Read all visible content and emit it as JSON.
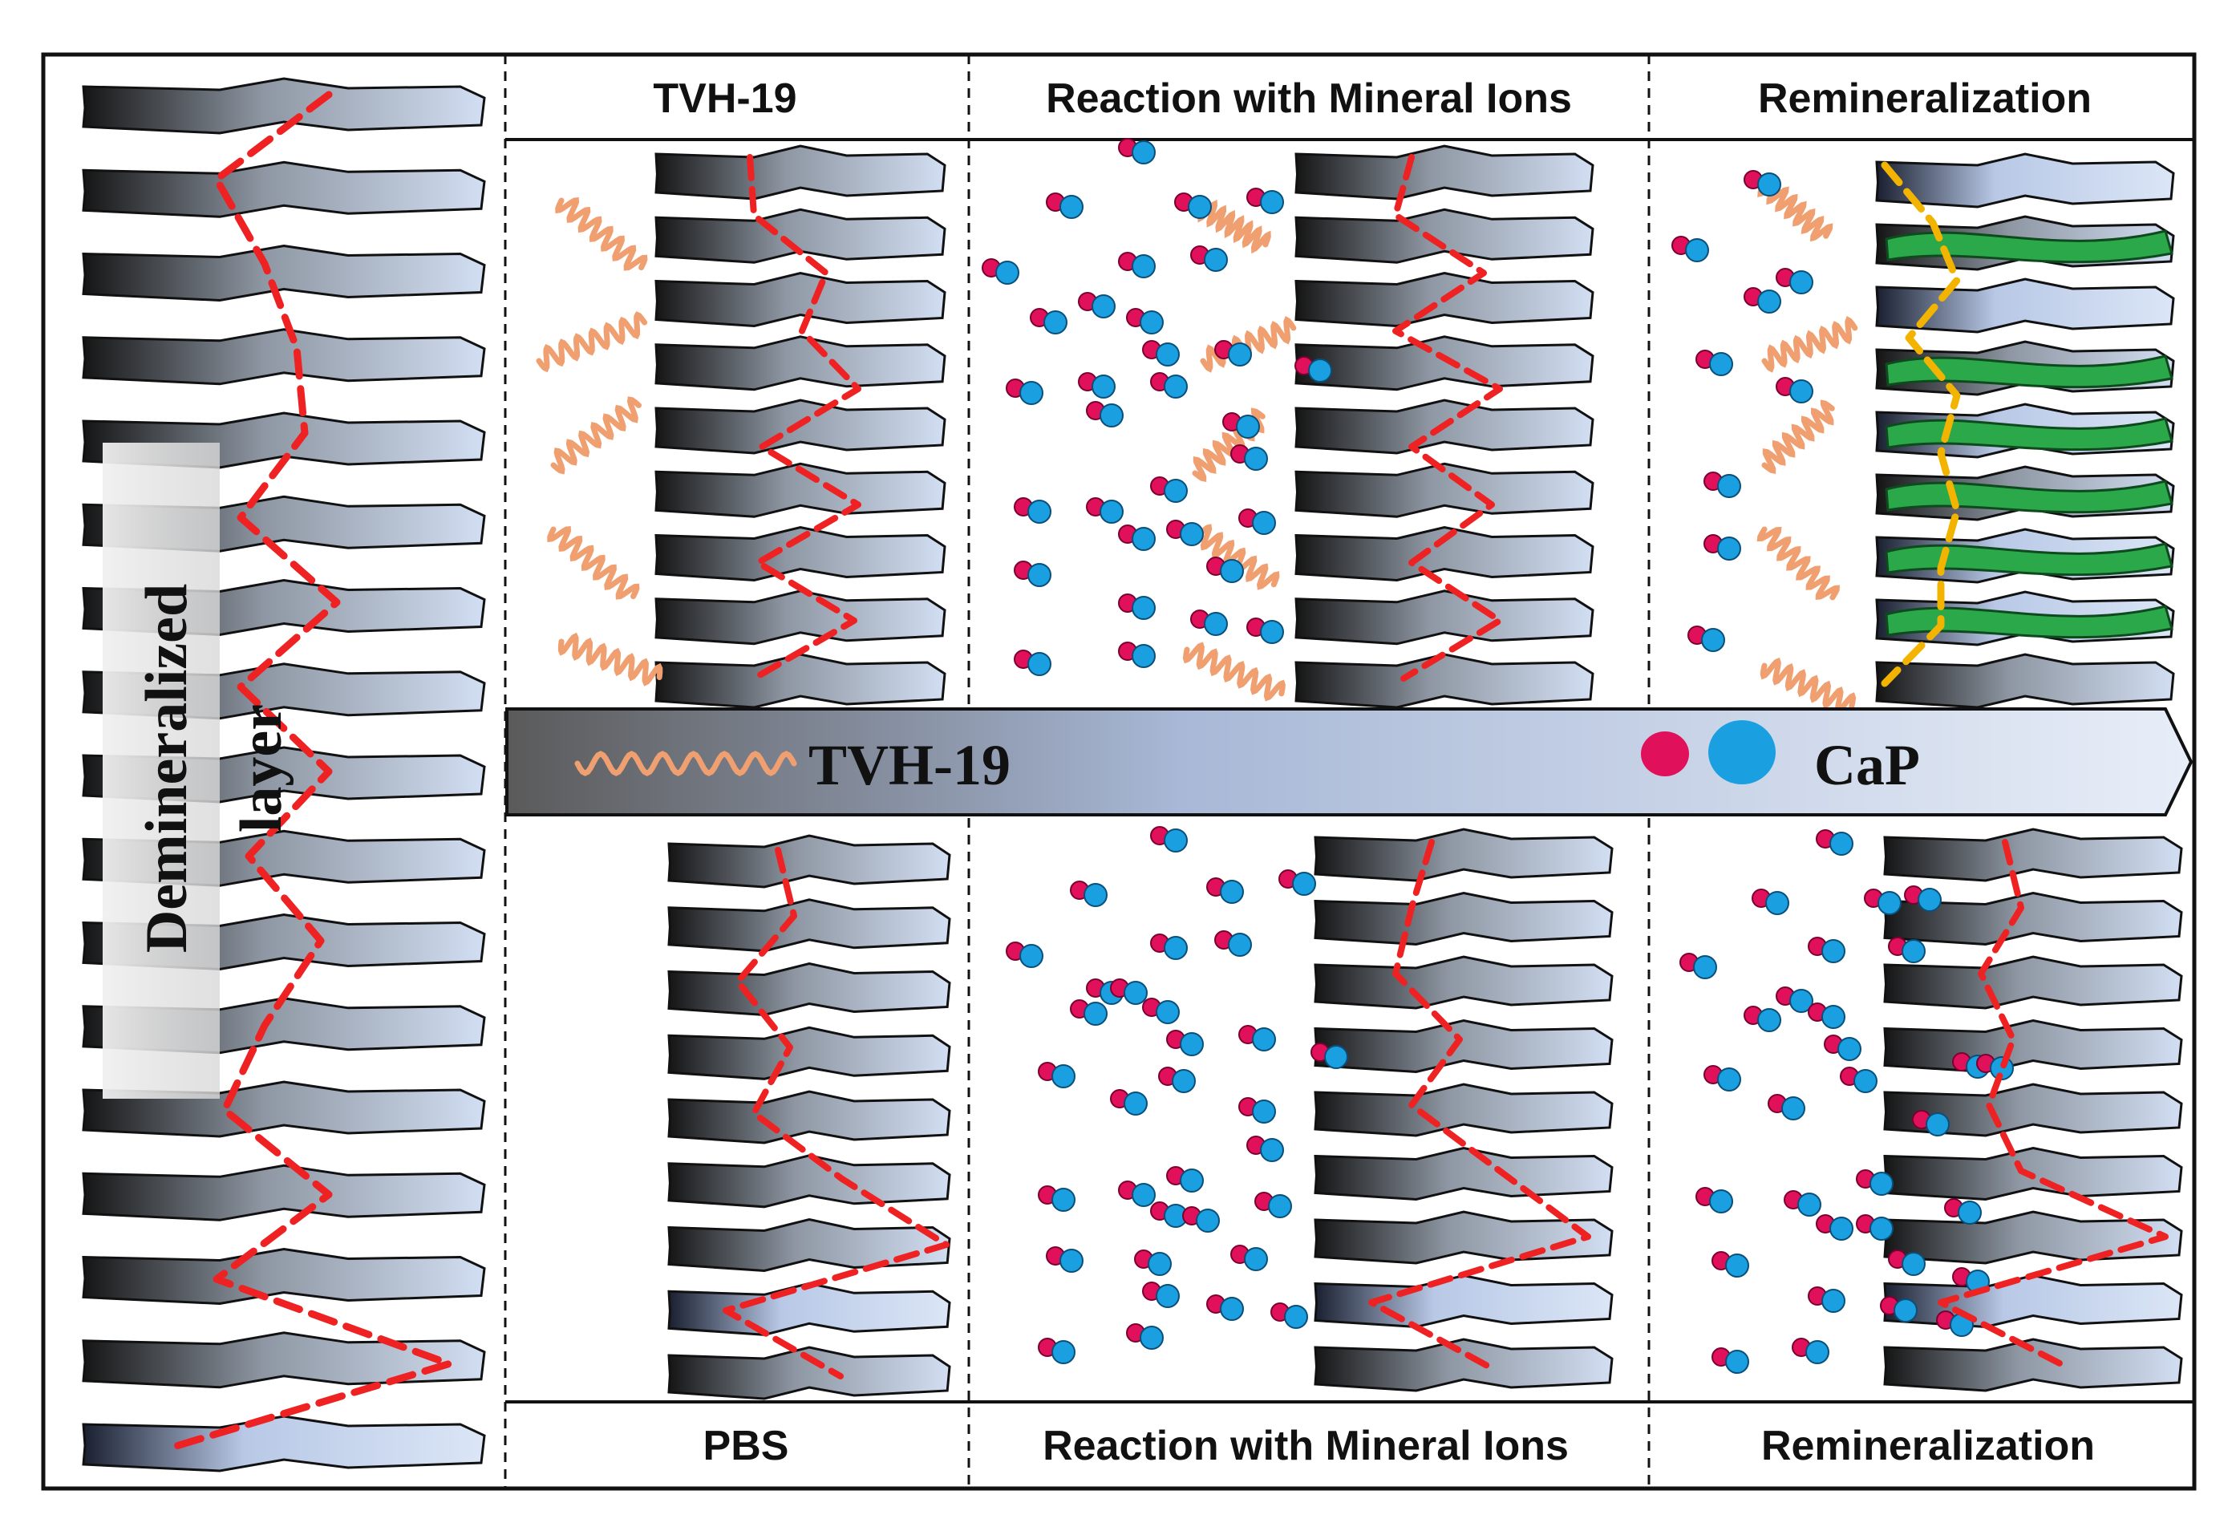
{
  "figure": {
    "header_top": {
      "col1": "TVH-19",
      "col2": "Reaction with Mineral Ions",
      "col3": "Remineralization"
    },
    "header_bottom": {
      "col1": "PBS",
      "col2": "Reaction with Mineral Ions",
      "col3": "Remineralization"
    },
    "side_label": {
      "line1": "Demineralized",
      "line2": "layer"
    },
    "arrow": {
      "peptide_label": "TVH-19",
      "mineral_label": "CaP"
    },
    "colors": {
      "collagen_dark": "#1a1a1a",
      "collagen_light": "#c6d6ee",
      "network_line": "#ee2222",
      "remineralized_line": "#f2b400",
      "mineral_deposit": "#2aa84a",
      "calcium_ion": "#e0105a",
      "phosphate_ion": "#1a9fe0",
      "peptide": "#f0a070"
    },
    "icons": [
      "peptide-helix-icon",
      "calcium-ion-icon",
      "phosphate-ion-icon",
      "collagen-fibril-icon"
    ]
  }
}
